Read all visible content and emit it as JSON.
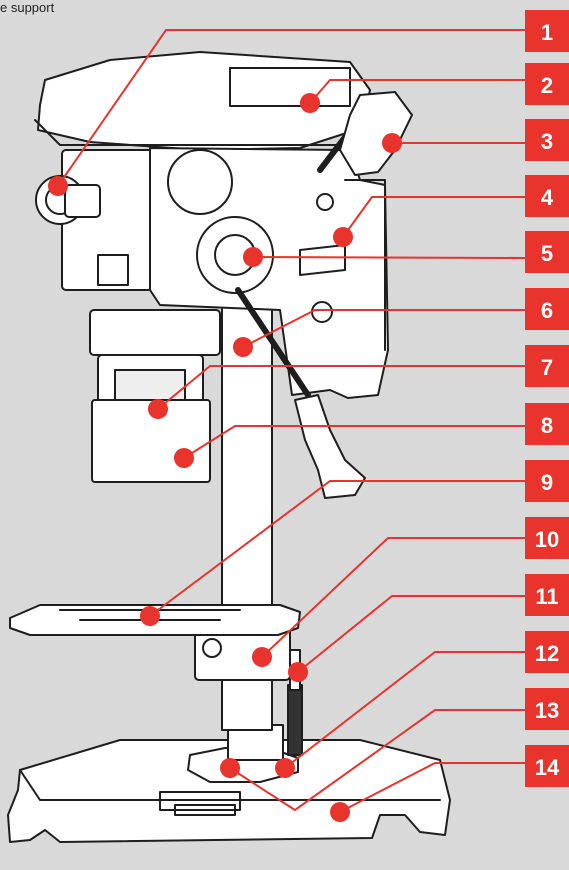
{
  "caption": "e support",
  "colors": {
    "background": "#d9d9d9",
    "accent": "#e8342c",
    "outline": "#1e1e1e",
    "body": "#ffffff",
    "label_text": "#ffffff"
  },
  "callouts": [
    "1",
    "2",
    "3",
    "4",
    "5",
    "6",
    "7",
    "8",
    "9",
    "10",
    "11",
    "12",
    "13",
    "14"
  ]
}
